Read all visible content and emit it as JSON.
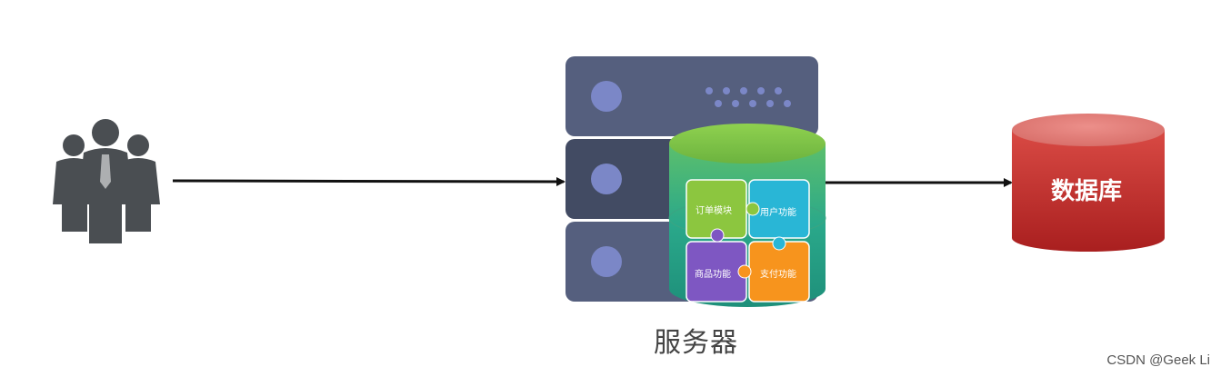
{
  "diagram": {
    "server_caption": "服务器",
    "database_label": "数据库",
    "modules": [
      {
        "label": "订单模块",
        "color": "#8cc63f"
      },
      {
        "label": "用户功能",
        "color": "#29b6d6"
      },
      {
        "label": "商品功能",
        "color": "#7e57c2"
      },
      {
        "label": "支付功能",
        "color": "#f7941d"
      }
    ],
    "icons": {
      "users": "users-group-icon",
      "server": "server-rack-icon",
      "database": "database-cylinder-icon"
    },
    "colors": {
      "server_dark": "#424b63",
      "server_mid": "#555f7e",
      "database_red": "#c9302c",
      "arrow": "#111111"
    }
  },
  "watermark": "CSDN @Geek Li"
}
